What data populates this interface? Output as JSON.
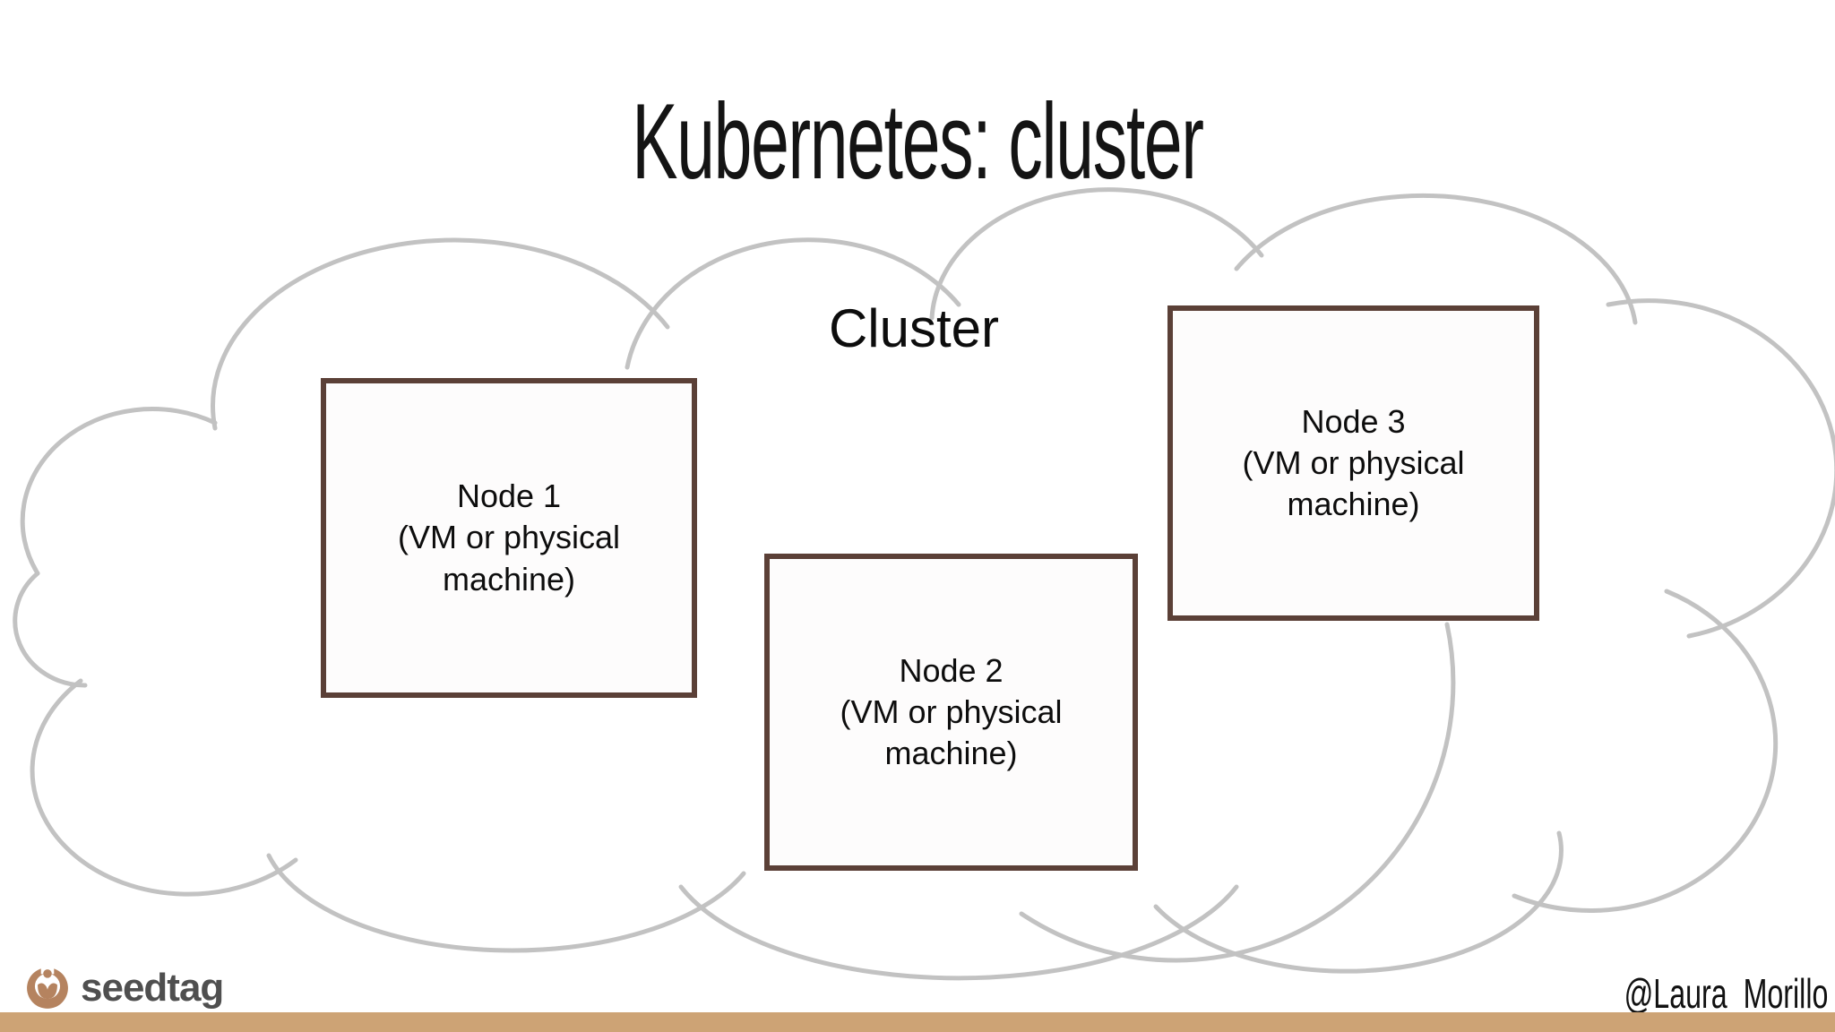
{
  "title": "Kubernetes: cluster",
  "cloud": {
    "label": "Cluster",
    "stroke_color": "#c2c2c2"
  },
  "nodes": [
    {
      "label": "Node 1\n(VM or physical\nmachine)"
    },
    {
      "label": "Node 2\n(VM or physical\nmachine)"
    },
    {
      "label": "Node 3\n(VM or physical\nmachine)"
    }
  ],
  "footer": {
    "brand": "seedtag",
    "brand_icon": "seedtag-seed-icon",
    "brand_icon_color": "#b5835f",
    "brand_text_color": "#4f4f4f",
    "handle": "@Laura_Morillo",
    "bar_color": "#cda375"
  },
  "colors": {
    "node_border": "#5b4037",
    "node_fill": "#fdfcfc",
    "cloud_stroke": "#c2c2c2",
    "text": "#0d0d0d"
  }
}
